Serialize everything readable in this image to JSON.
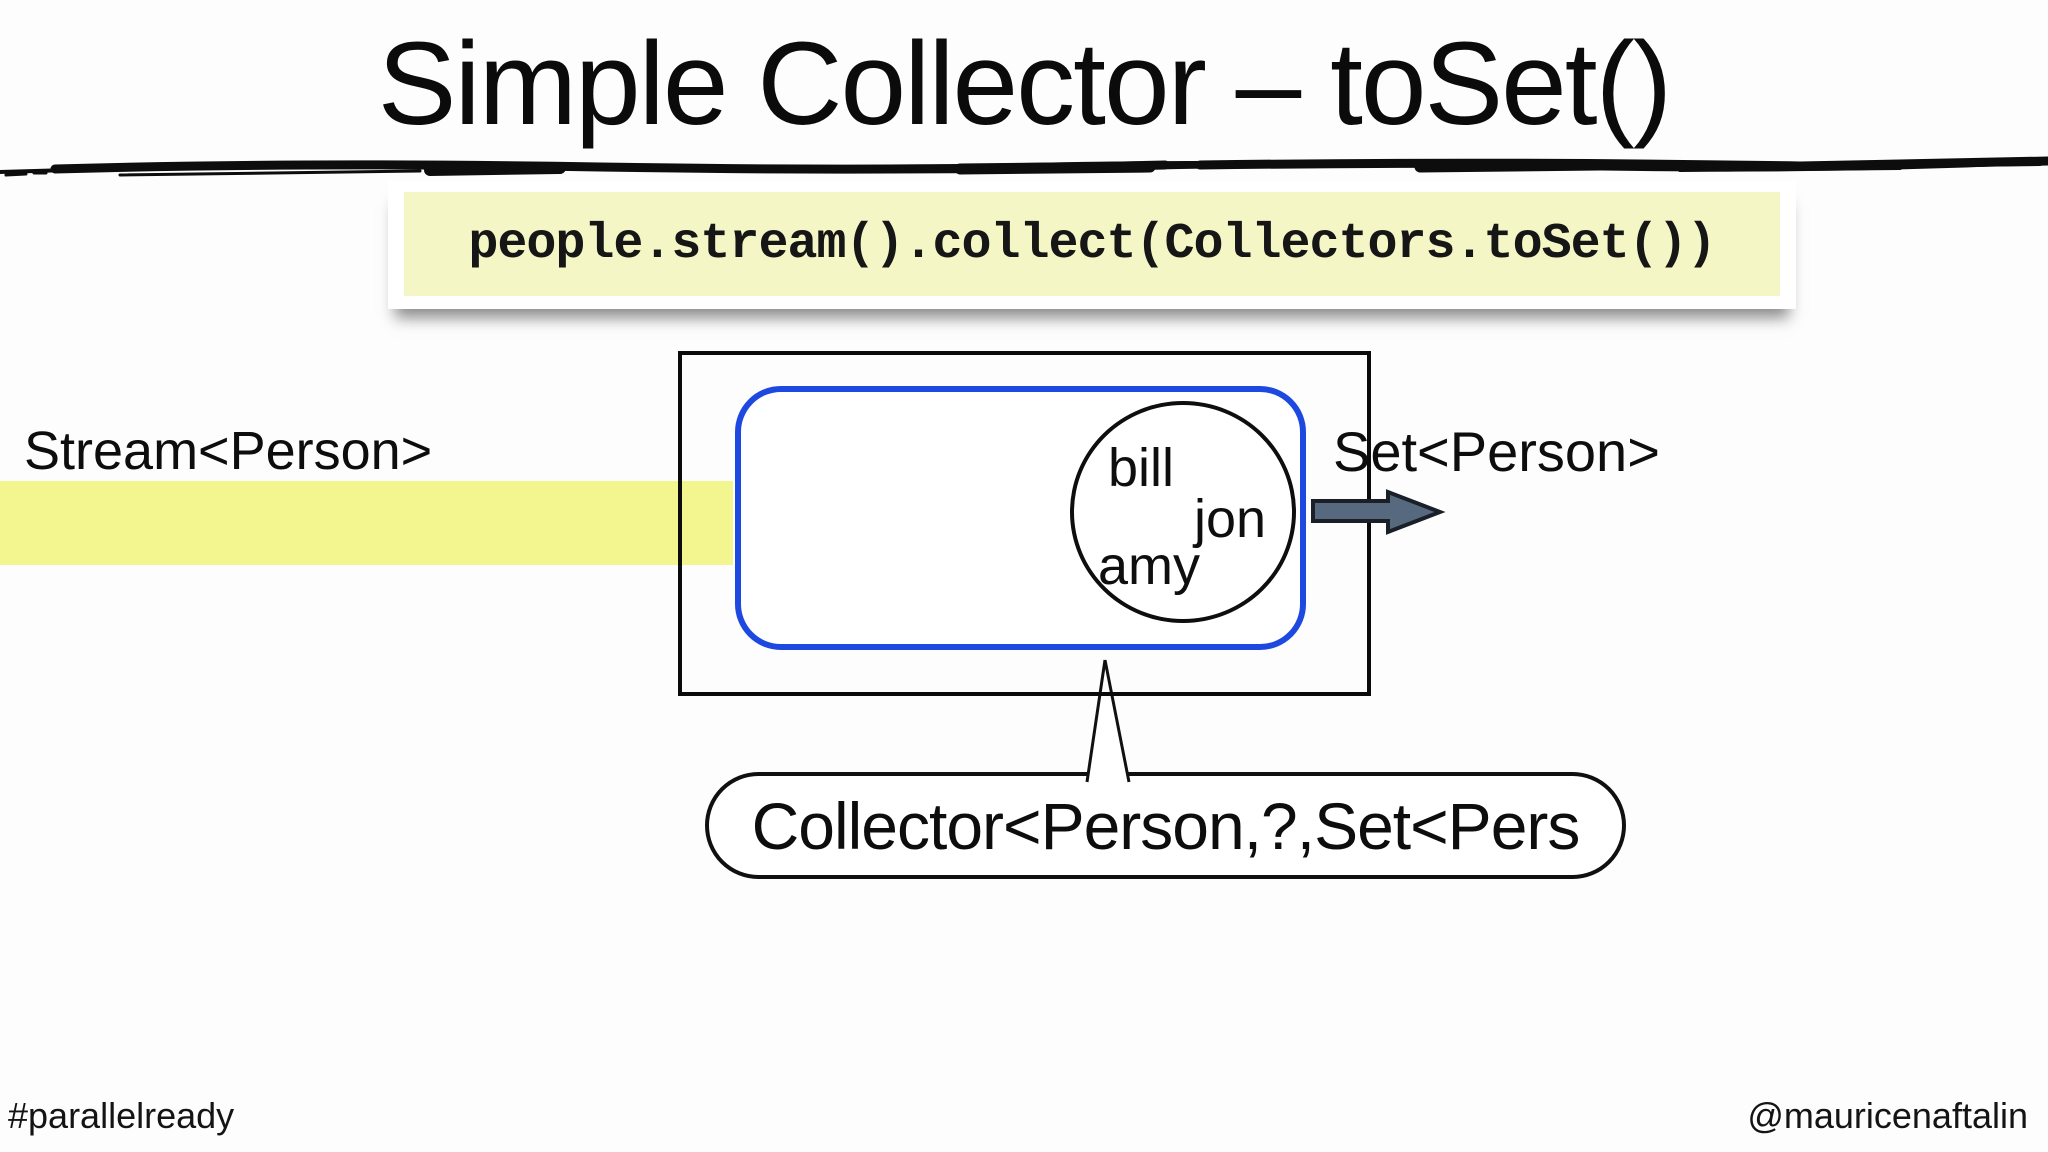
{
  "slide": {
    "title": "Simple Collector – toSet()",
    "code": "people.stream().collect(Collectors.toSet())",
    "diagram": {
      "stream_label": "Stream<Person>",
      "set_label": "Set<Person>",
      "set_members": [
        "bill",
        "jon",
        "amy"
      ],
      "callout": "Collector<Person,?,Set<Pers"
    },
    "footer_left": "#parallelready",
    "footer_right": "@mauricenaftalin",
    "colors": {
      "highlight_band": "#f3f58e",
      "code_bg": "#f4f6c6",
      "collector_border": "#1d49e0",
      "arrow_fill": "#56697e"
    }
  }
}
